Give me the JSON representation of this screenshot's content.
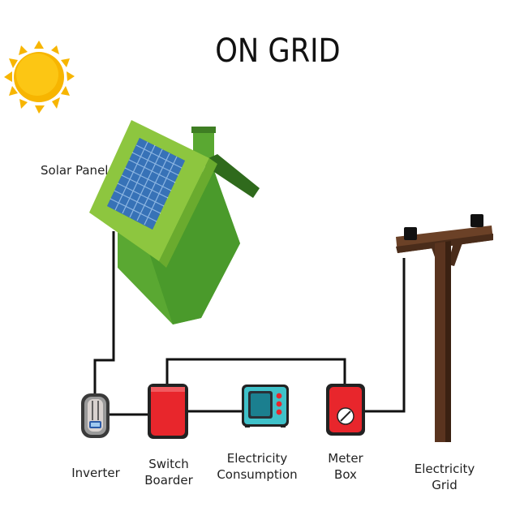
{
  "title": "ON GRID",
  "labels": {
    "solar_panel": "Solar Panel",
    "inverter": "Inverter",
    "switch_boarder": [
      "Switch",
      "Boarder"
    ],
    "electricity_consumption": [
      "Electricity",
      "Consumption"
    ],
    "meter_box": [
      "Meter",
      "Box"
    ],
    "electricity_grid": [
      "Electricity",
      "Grid"
    ]
  },
  "icons": [
    "sun-icon",
    "house-with-solar-panel-icon",
    "inverter-icon",
    "switch-board-icon",
    "microwave-icon",
    "meter-box-icon",
    "utility-pole-icon"
  ],
  "colors": {
    "sun": "#f7b500",
    "roof": "#8dc63f",
    "house": "#5aa832",
    "panel": "#4a90d9",
    "switch": "#e8262c",
    "meter": "#e8262c",
    "appliance": "#3fc1c9",
    "pole": "#4a2c1a",
    "wire": "#111111"
  }
}
